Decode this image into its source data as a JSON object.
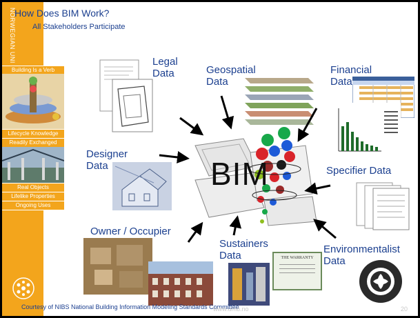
{
  "header": {
    "title": "How Does BIM Work?",
    "subtitle": "All Stakeholders Participate",
    "vertical_text": "NORWEGIAN UNI"
  },
  "sidebar": {
    "labels": [
      "Building Is a Verb",
      "Lifecycle Knowledge",
      "Readily Exchanged",
      "Real Objects",
      "Lifelike Properties",
      "Ongoing Uses"
    ]
  },
  "center": {
    "label": "BIM"
  },
  "labels": {
    "legal": "Legal\nData",
    "geospatial": "Geospatial\nData",
    "financial": "Financial\nData",
    "designer": "Designer\nData",
    "specifier": "Specifier Data",
    "owner": "Owner / Occupier",
    "sustainers": "Sustainers\nData",
    "environmentalist": "Environmentalist\nData"
  },
  "warranty": {
    "text": "THE WARRANTY"
  },
  "footer": {
    "credit": "Courtesy of NIBS National Building Information Modeling Standards Committee",
    "url": "www.umb.no",
    "page": "20"
  },
  "colors": {
    "accent": "#f3a51c",
    "text": "#1b3f8f"
  }
}
